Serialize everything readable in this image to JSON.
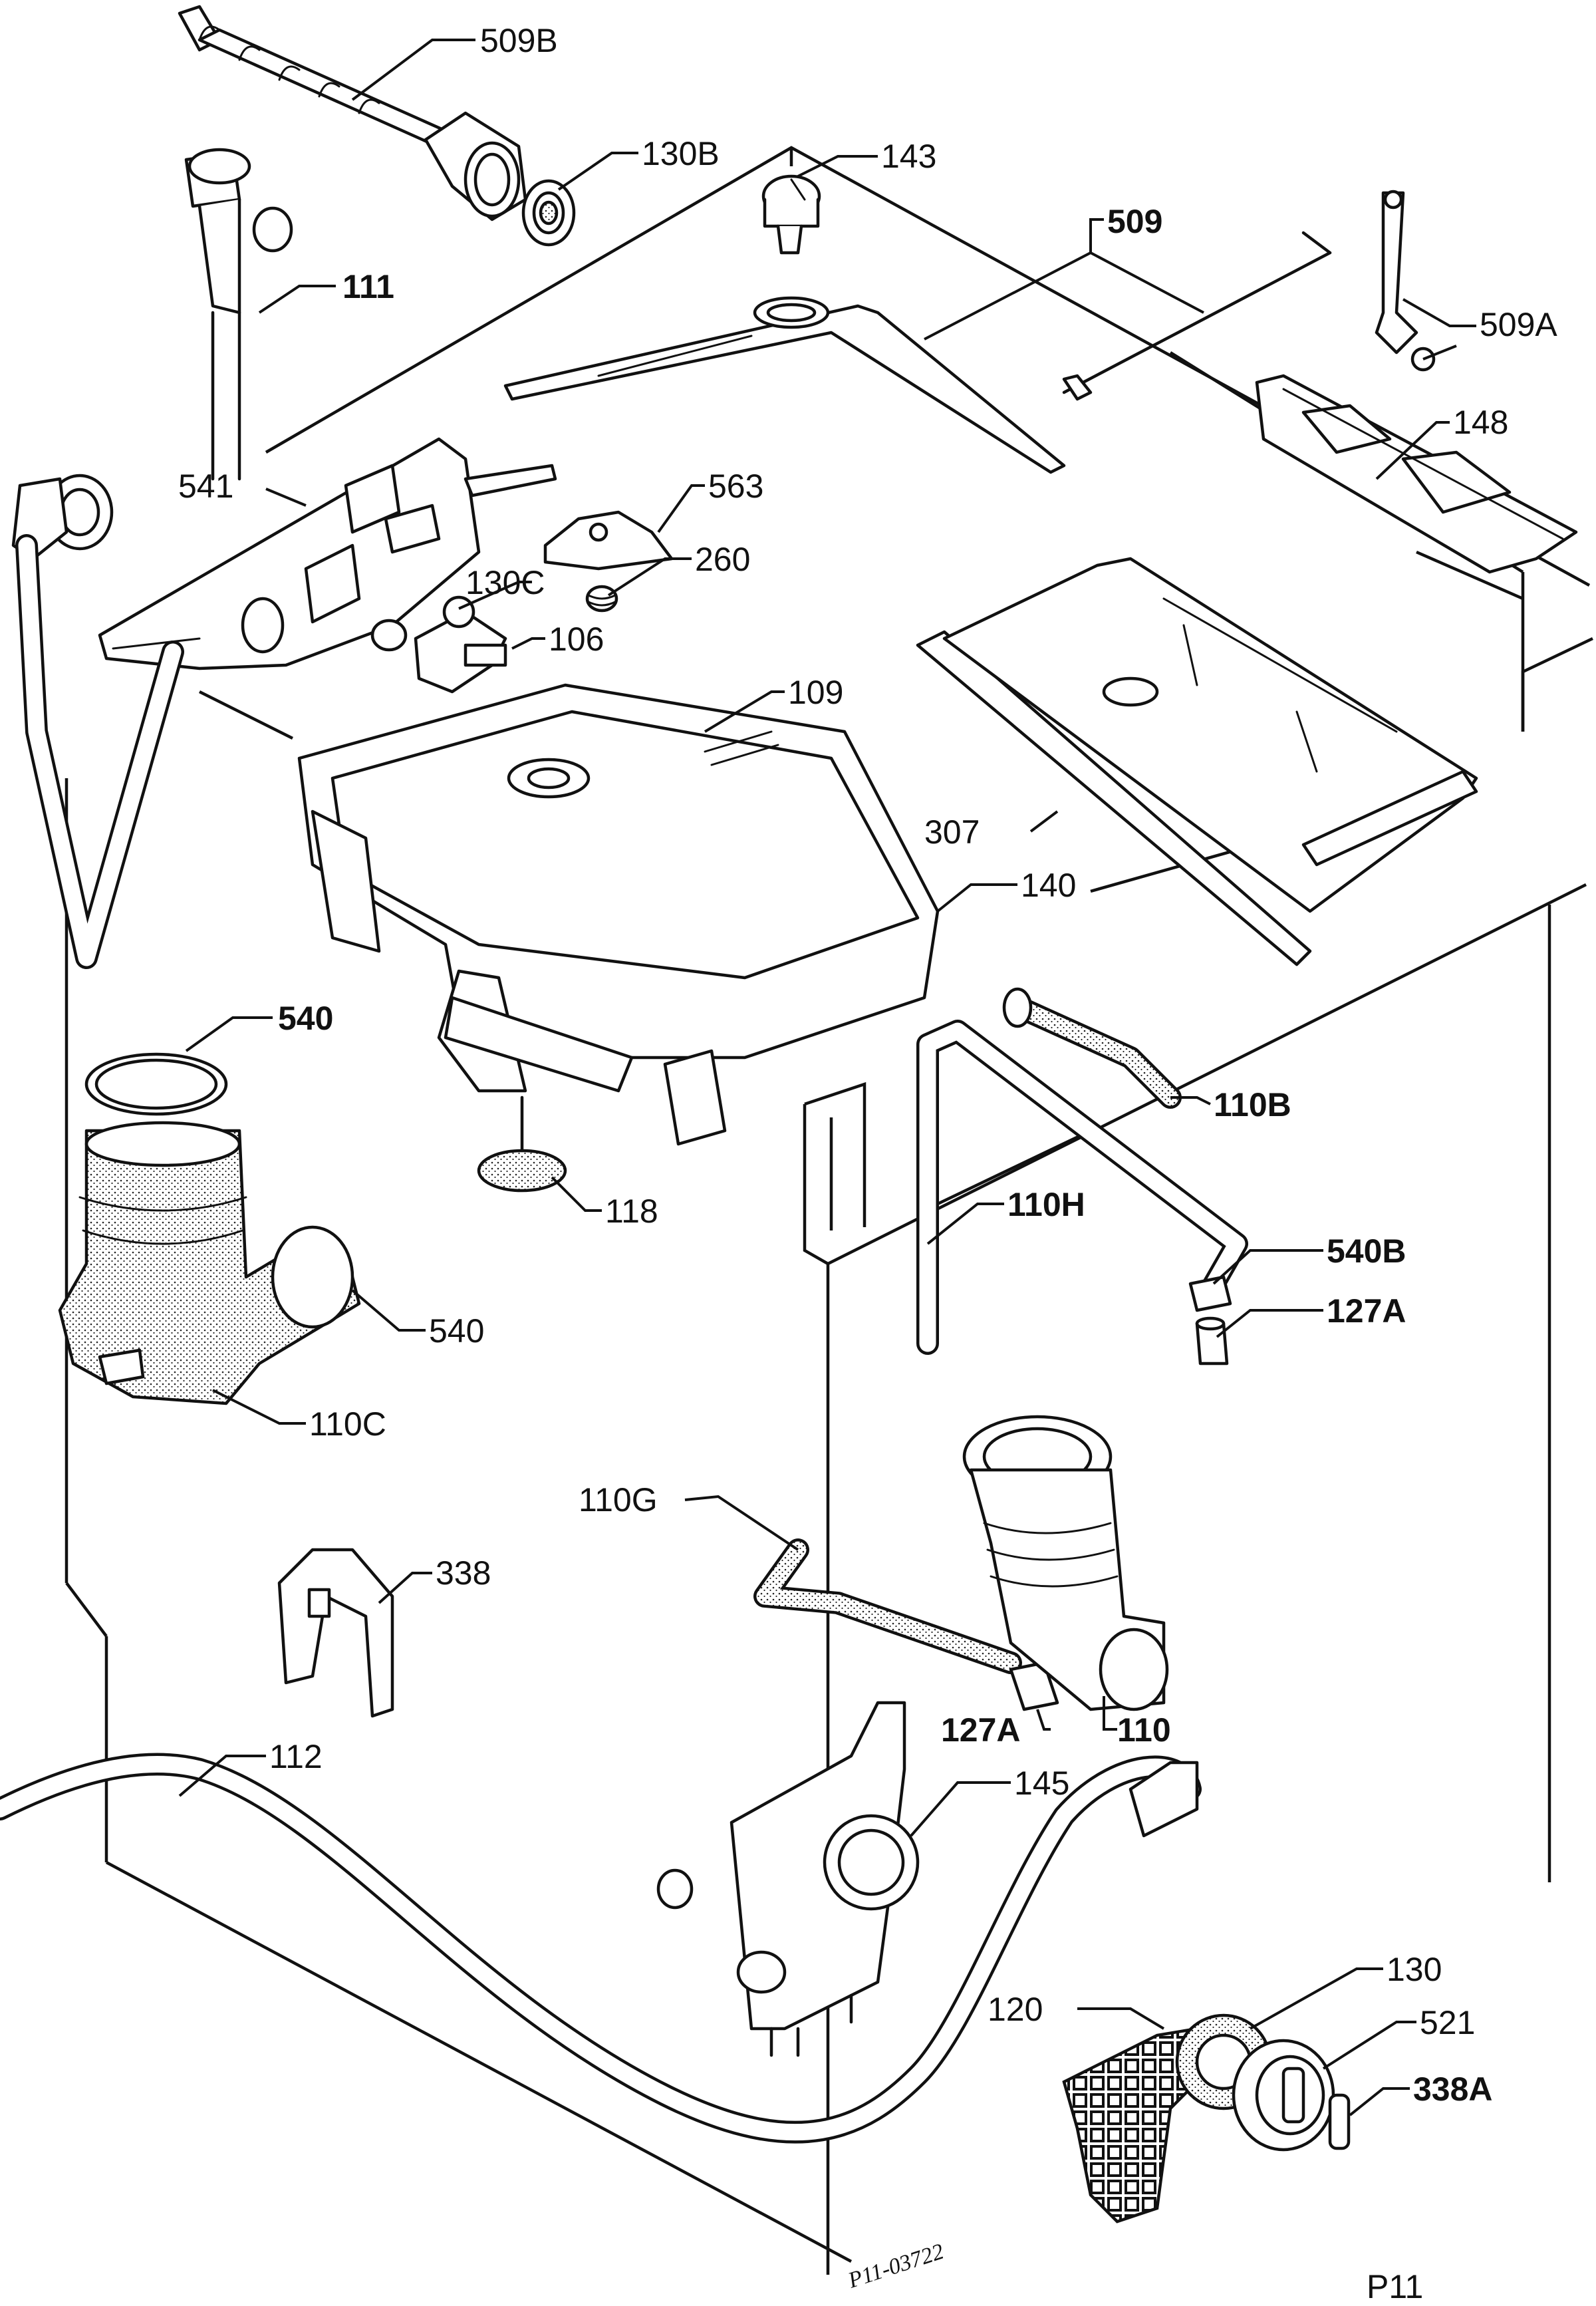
{
  "diagram": {
    "sheet_label": "P11",
    "drawing_code": "P11-03722",
    "labels": [
      {
        "id": "509B",
        "text": "509B"
      },
      {
        "id": "130B",
        "text": "130B"
      },
      {
        "id": "143",
        "text": "143"
      },
      {
        "id": "509",
        "text": "509"
      },
      {
        "id": "111",
        "text": "111"
      },
      {
        "id": "509A",
        "text": "509A"
      },
      {
        "id": "148",
        "text": "148"
      },
      {
        "id": "541",
        "text": "541"
      },
      {
        "id": "563",
        "text": "563"
      },
      {
        "id": "260",
        "text": "260"
      },
      {
        "id": "130C",
        "text": "130C"
      },
      {
        "id": "106",
        "text": "106"
      },
      {
        "id": "109",
        "text": "109"
      },
      {
        "id": "307",
        "text": "307"
      },
      {
        "id": "140",
        "text": "140"
      },
      {
        "id": "540a",
        "text": "540"
      },
      {
        "id": "110B",
        "text": "110B"
      },
      {
        "id": "118",
        "text": "118"
      },
      {
        "id": "110H",
        "text": "110H"
      },
      {
        "id": "540b",
        "text": "540"
      },
      {
        "id": "540B",
        "text": "540B"
      },
      {
        "id": "127A-a",
        "text": "127A"
      },
      {
        "id": "110C",
        "text": "110C"
      },
      {
        "id": "110G",
        "text": "110G"
      },
      {
        "id": "338",
        "text": "338"
      },
      {
        "id": "127A-b",
        "text": "127A"
      },
      {
        "id": "110",
        "text": "110"
      },
      {
        "id": "112",
        "text": "112"
      },
      {
        "id": "145",
        "text": "145"
      },
      {
        "id": "130",
        "text": "130"
      },
      {
        "id": "120",
        "text": "120"
      },
      {
        "id": "521",
        "text": "521"
      },
      {
        "id": "338A",
        "text": "338A"
      }
    ]
  }
}
